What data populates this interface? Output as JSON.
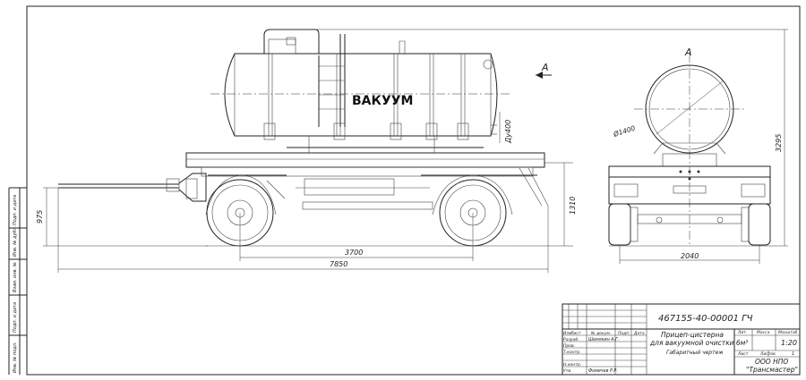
{
  "drawing": {
    "tank_label": "ВАКУУМ",
    "section_mark": "A",
    "dims": {
      "hitch_height": "975",
      "frame_height": "1310",
      "manhole": "Ду400",
      "wheelbase": "3700",
      "overall_length": "7850",
      "tank_diameter": "Ø1400",
      "overall_height": "3295",
      "track_width": "2040"
    }
  },
  "side_stamp": [
    "Инв. № подл.",
    "Подп. и дата",
    "Взам. инв. №",
    "Инв. № дубл.",
    "Подп. и дата"
  ],
  "title_block": {
    "doc_number": "467155-40-00001 ГЧ",
    "name_line1": "Прицеп-цистерна",
    "name_line2": "для вакуумной очистки 6м³",
    "doc_type": "Габаритный чертеж",
    "company_line1": "ООО НПО",
    "company_line2": "\"Трансмастер\"",
    "scale": "1:20",
    "sheet_label": "Лист",
    "sheets_label": "Листов",
    "sheets_count": "1",
    "col_headers": [
      "Изм",
      "Лист",
      "№ докум.",
      "Подп.",
      "Дата"
    ],
    "row_labels": [
      "Разраб.",
      "Пров.",
      "Т.контр.",
      "Н.контр.",
      "Утв."
    ],
    "developer": "Шемякин А.Г.",
    "approver": "Фомичев Р.Р.",
    "lit_header": "Лит.",
    "mass_header": "Масса",
    "scale_header": "Масштаб"
  }
}
